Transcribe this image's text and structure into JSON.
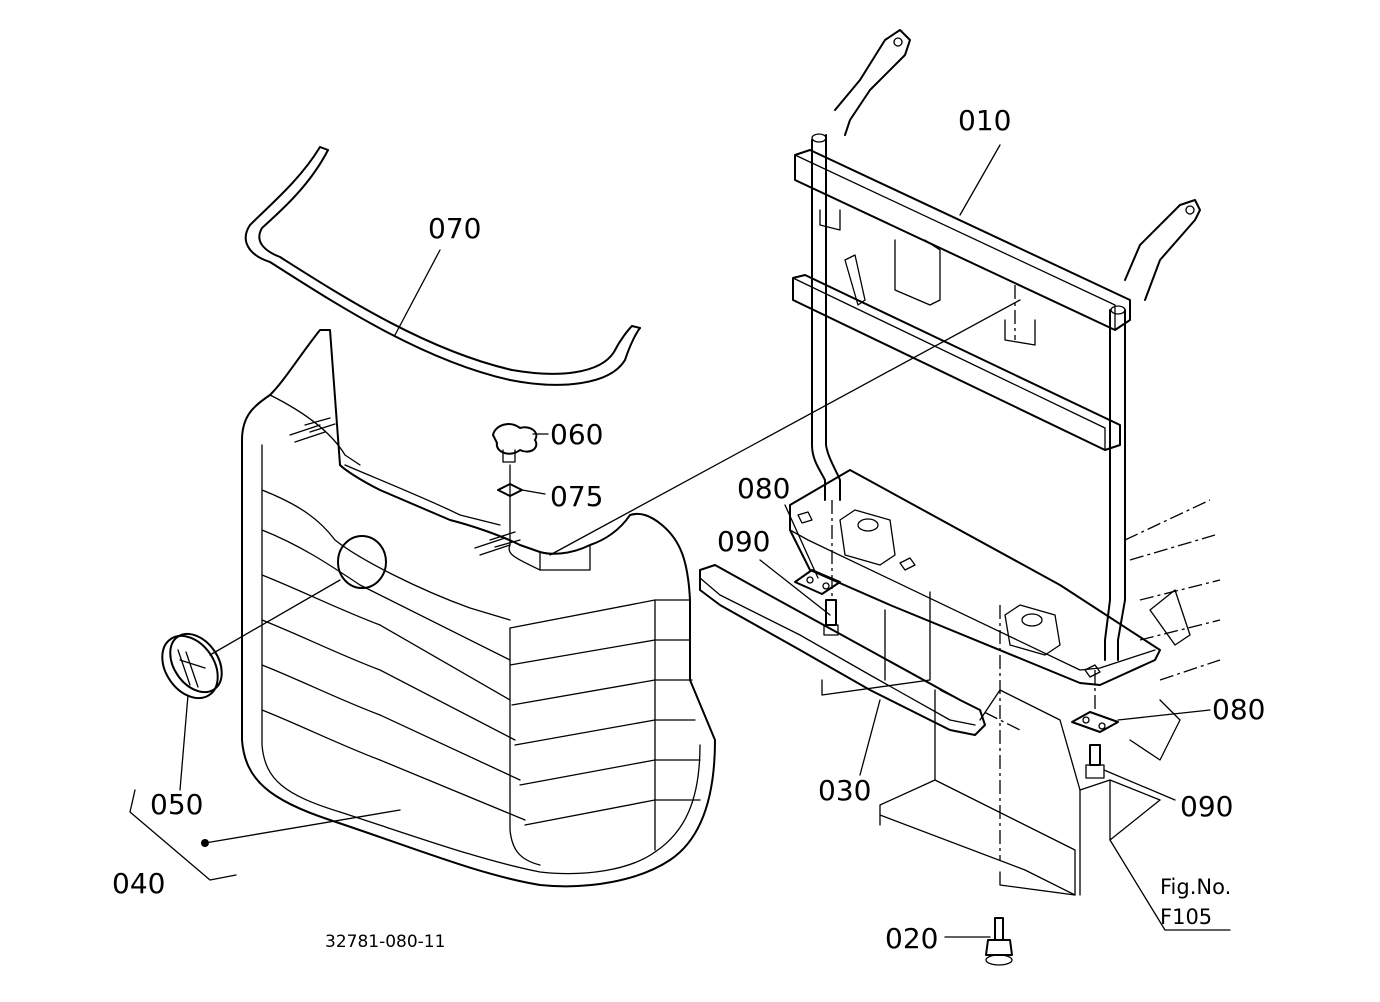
{
  "labels": {
    "p010": "010",
    "p020": "020",
    "p030": "030",
    "p040": "040",
    "p050": "050",
    "p060": "060",
    "p070": "070",
    "p075": "075",
    "p080a": "080",
    "p080b": "080",
    "p090a": "090",
    "p090b": "090"
  },
  "fig": {
    "line1": "Fig.No.",
    "line2": "F105"
  },
  "drawing_number": "32781-080-11"
}
